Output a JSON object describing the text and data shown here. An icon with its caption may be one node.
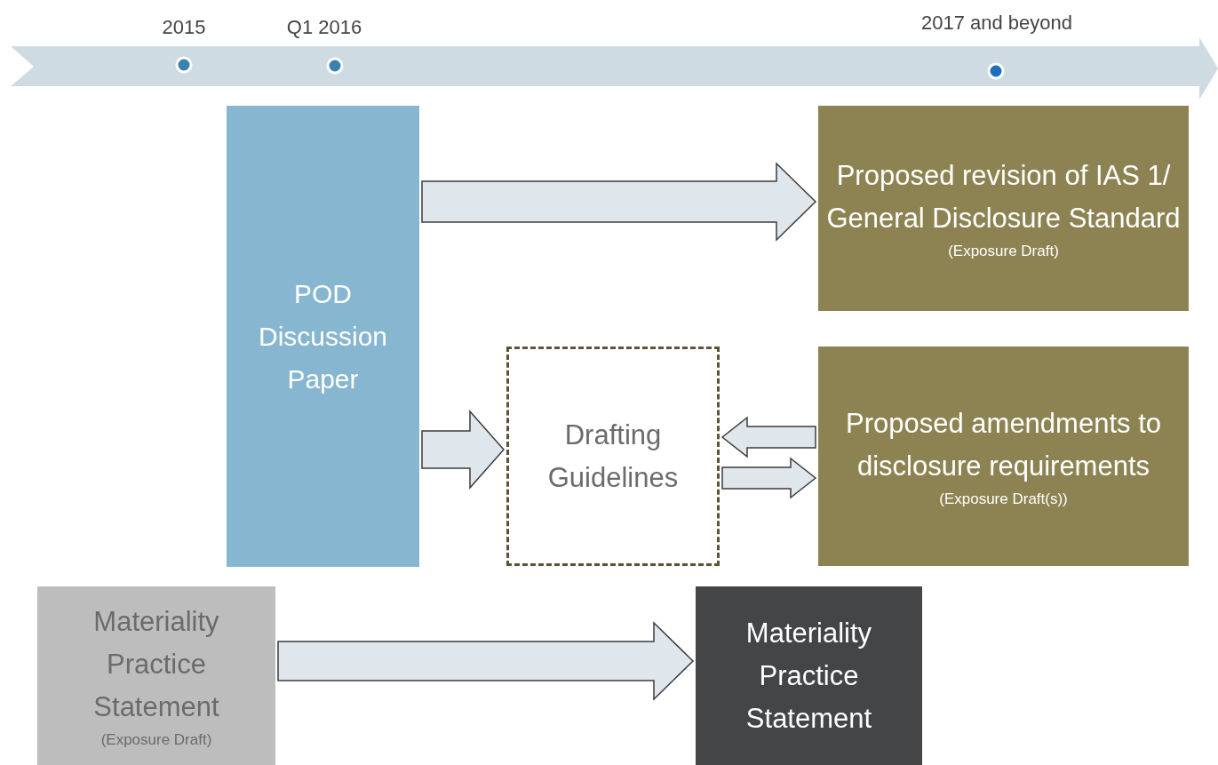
{
  "diagram": {
    "nodes": [
      {
        "text": [
          "POD Discussion Paper"
        ]
      },
      {
        "text": [
          "Proposed revision of IAS 1/ General Disclosure Standard",
          "(Exposure Draft)"
        ]
      },
      {
        "text": [
          "Drafting Guidelines"
        ]
      },
      {
        "text": [
          "Proposed amendments to  disclosure requirements",
          "(Exposure Draft(s))"
        ]
      },
      {
        "text": [
          "Materiality Practice Statement",
          "(Exposure Draft)"
        ]
      },
      {
        "text": [
          "Materiality Practice Statement"
        ]
      }
    ],
    "edges": [
      {
        "from": 0,
        "to": 1,
        "arrow": "to"
      },
      {
        "from": 0,
        "to": 2,
        "arrow": "to"
      },
      {
        "from": 3,
        "to": 2,
        "arrow": "to"
      },
      {
        "from": 2,
        "to": 3,
        "arrow": "to"
      },
      {
        "from": 4,
        "to": 5,
        "arrow": "to"
      }
    ],
    "labels": [
      "2015",
      "Q1 2016",
      "2017 and beyond"
    ]
  }
}
